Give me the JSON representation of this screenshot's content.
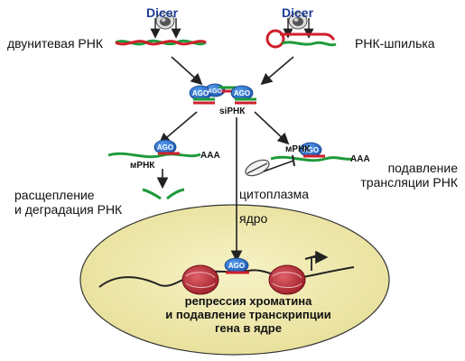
{
  "dicer_left": "Dicer",
  "dicer_right": "Dicer",
  "label_dsrna": "двунитевая РНК",
  "label_hairpin": "РНК-шпилька",
  "label_sirna": "siРНК",
  "ago": "AGO",
  "mrna_left": "мРНК",
  "mrna_right": "мРНК",
  "aaa": "AAA",
  "label_translation_line1": "подавление",
  "label_translation_line2": "трансляции РНК",
  "label_cleavage_line1": "расщепление",
  "label_cleavage_line2": "и деградация РНК",
  "label_cytoplasm": "цитоплазма",
  "label_nucleus": "ядро",
  "nucleus_line1": "репрессия хроматина",
  "nucleus_line2": "и подавление транскрипции",
  "nucleus_line3": "гена в ядре",
  "colors": {
    "green_strand": "#1e9a3a",
    "red_strand": "#d01f2b",
    "ago_blue": "#1f63c0",
    "dicer_blue": "#1f3c96",
    "nucleus_fill": "#efe9a8",
    "nucleosome_red": "#c0303a"
  }
}
